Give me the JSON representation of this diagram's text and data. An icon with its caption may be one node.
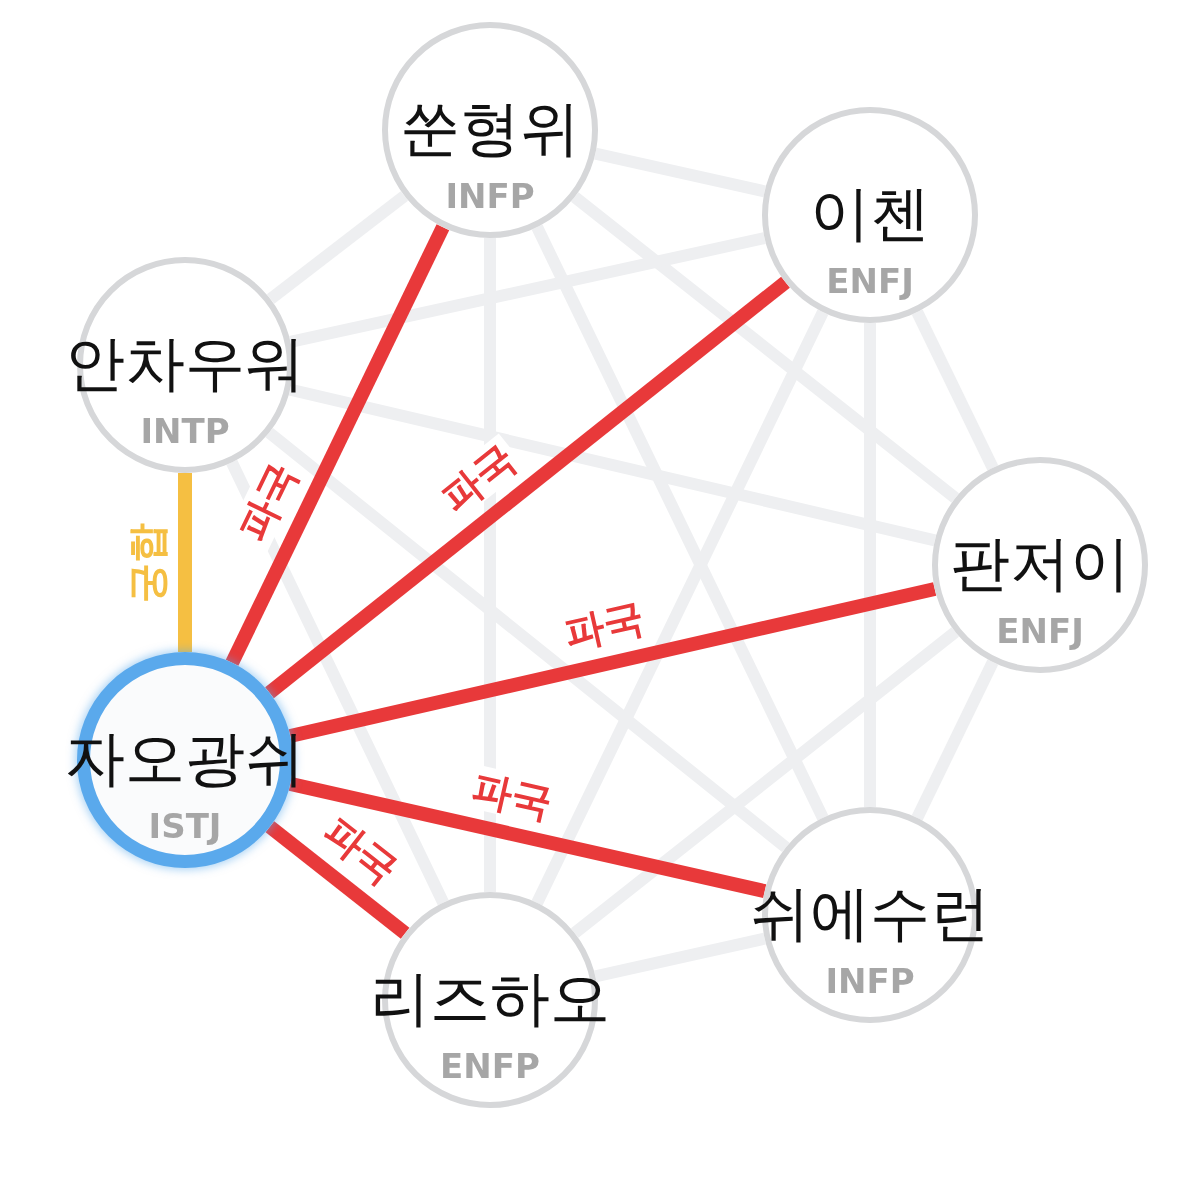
{
  "diagram": {
    "nodes": [
      {
        "text": [
          "쑨형위",
          "INFP"
        ]
      },
      {
        "text": [
          "이첸",
          "ENFJ"
        ]
      },
      {
        "text": [
          "안차우워",
          "INTP"
        ]
      },
      {
        "text": [
          "판저이",
          "ENFJ"
        ]
      },
      {
        "text": [
          "자오광쉬",
          "ISTJ"
        ]
      },
      {
        "text": [
          "쉬에수런",
          "INFP"
        ]
      },
      {
        "text": [
          "리즈하오",
          "ENFP"
        ]
      }
    ],
    "edges": [
      {
        "from": 0,
        "to": 1,
        "arrow": "none"
      },
      {
        "from": 0,
        "to": 2,
        "arrow": "none"
      },
      {
        "from": 0,
        "to": 3,
        "arrow": "none"
      },
      {
        "from": 0,
        "to": 5,
        "arrow": "none"
      },
      {
        "from": 0,
        "to": 6,
        "arrow": "none"
      },
      {
        "from": 1,
        "to": 2,
        "arrow": "none"
      },
      {
        "from": 1,
        "to": 3,
        "arrow": "none"
      },
      {
        "from": 1,
        "to": 5,
        "arrow": "none"
      },
      {
        "from": 1,
        "to": 6,
        "arrow": "none"
      },
      {
        "from": 2,
        "to": 3,
        "arrow": "none"
      },
      {
        "from": 2,
        "to": 5,
        "arrow": "none"
      },
      {
        "from": 2,
        "to": 6,
        "arrow": "none"
      },
      {
        "from": 3,
        "to": 5,
        "arrow": "none"
      },
      {
        "from": 3,
        "to": 6,
        "arrow": "none"
      },
      {
        "from": 5,
        "to": 6,
        "arrow": "none"
      },
      {
        "from": 4,
        "to": 2,
        "arrow": "none",
        "label": "궁합",
        "color": "#f5bf42"
      },
      {
        "from": 4,
        "to": 0,
        "arrow": "none",
        "label": "파국",
        "color": "#e8393a"
      },
      {
        "from": 4,
        "to": 1,
        "arrow": "none",
        "label": "파국",
        "color": "#e8393a"
      },
      {
        "from": 4,
        "to": 3,
        "arrow": "none",
        "label": "파국",
        "color": "#e8393a"
      },
      {
        "from": 4,
        "to": 5,
        "arrow": "none",
        "label": "파국",
        "color": "#e8393a"
      },
      {
        "from": 4,
        "to": 6,
        "arrow": "none",
        "label": "파국",
        "color": "#e8393a"
      }
    ]
  }
}
